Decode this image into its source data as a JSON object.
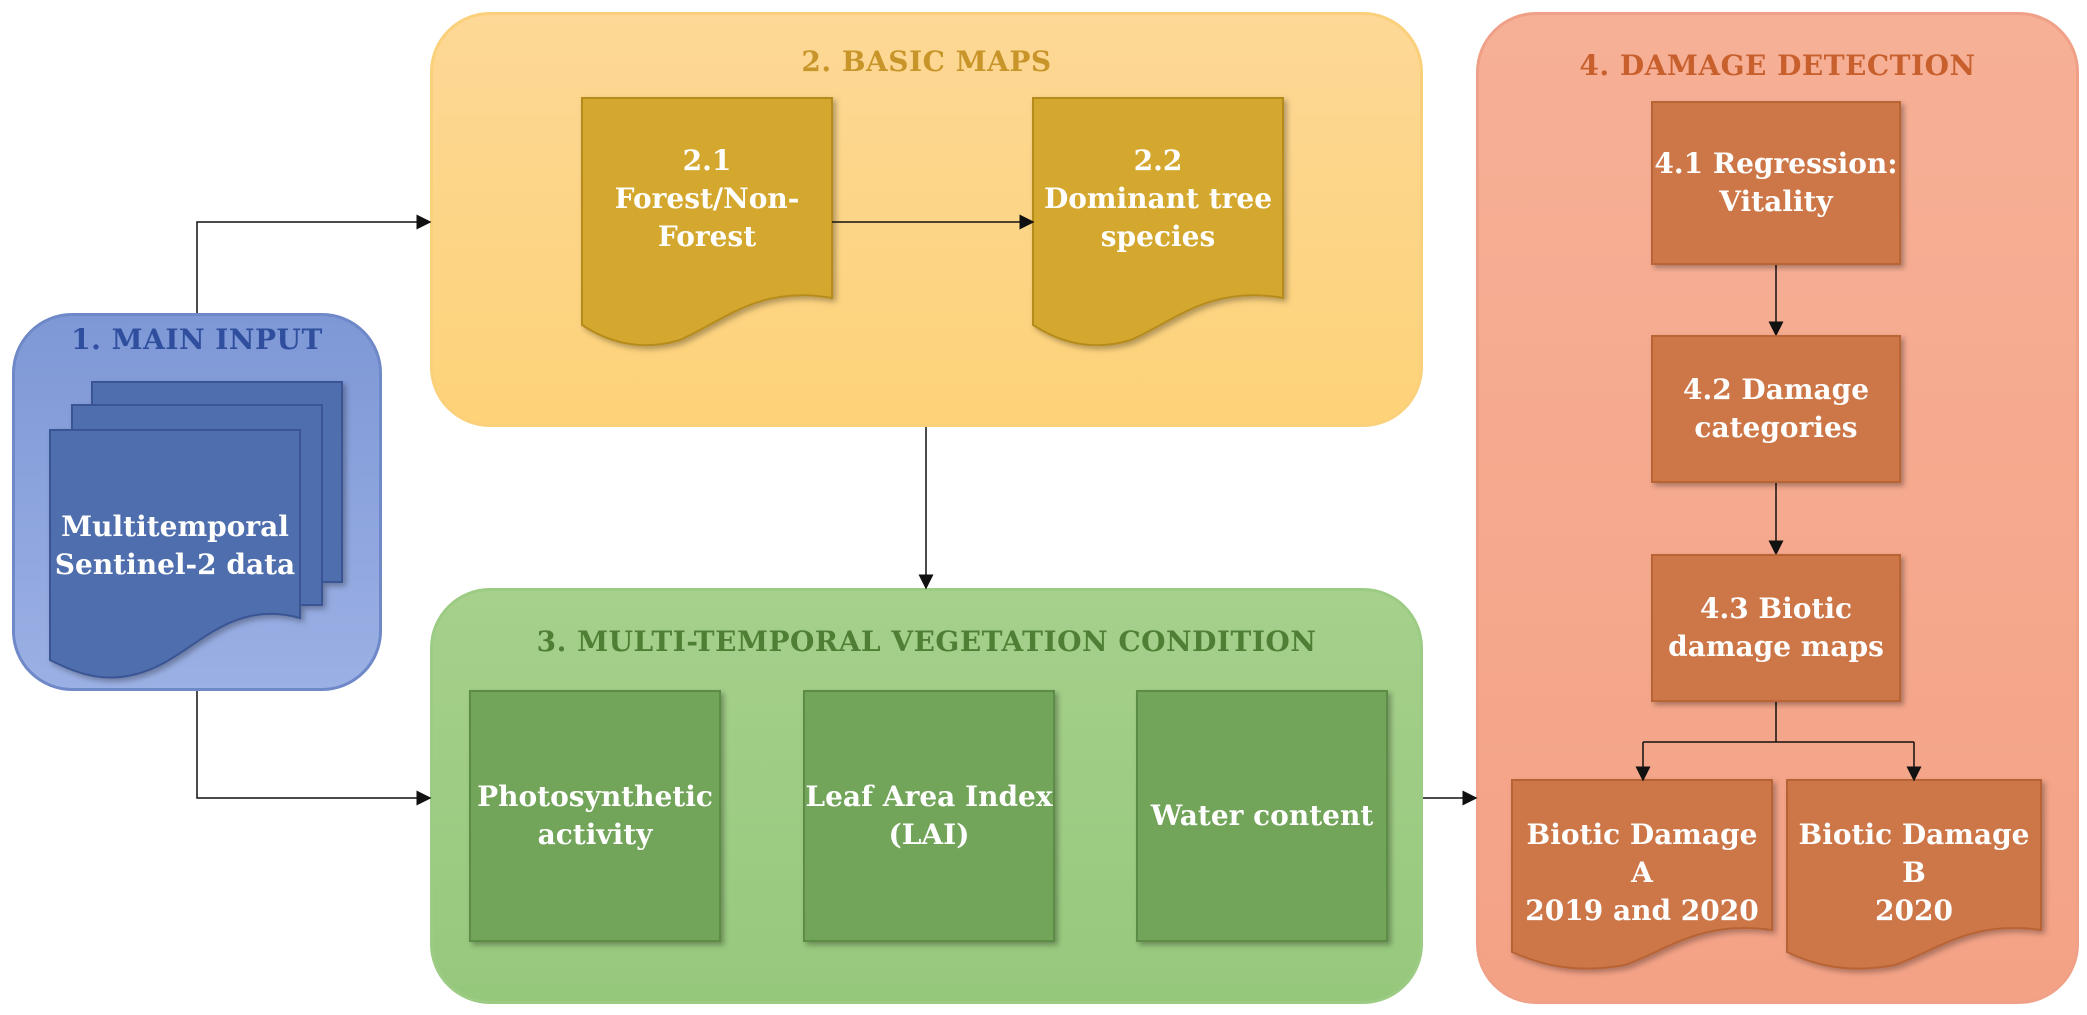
{
  "panels": {
    "main_input": {
      "title": "1. MAIN INPUT",
      "document_label": [
        "Multitemporal",
        "Sentinel-2 data"
      ],
      "color": "#8aa3dc"
    },
    "basic_maps": {
      "title": "2. BASIC MAPS",
      "items": [
        {
          "line1": "2.1",
          "line2": "Forest/Non-",
          "line3": "Forest"
        },
        {
          "line1": "2.2",
          "line2": "Dominant tree",
          "line3": "species"
        }
      ],
      "color": "#fdd486"
    },
    "vegetation": {
      "title": "3. MULTI-TEMPORAL  VEGETATION CONDITION",
      "items": [
        {
          "line1": "Photosynthetic",
          "line2": "activity"
        },
        {
          "line1": "Leaf Area Index",
          "line2": "(LAI)"
        },
        {
          "line1": "Water content",
          "line2": ""
        }
      ],
      "color": "#9ecc84"
    },
    "damage": {
      "title": "4. DAMAGE DETECTION",
      "steps": [
        {
          "line1": "4.1 Regression:",
          "line2": "Vitality"
        },
        {
          "line1": "4.2 Damage",
          "line2": "categories"
        },
        {
          "line1": "4.3 Biotic",
          "line2": "damage maps"
        }
      ],
      "outputs": [
        {
          "line1": "Biotic Damage A",
          "line2": "2019 and 2020"
        },
        {
          "line1": "Biotic Damage B",
          "line2": "2020"
        }
      ],
      "color": "#f4a88c"
    }
  }
}
